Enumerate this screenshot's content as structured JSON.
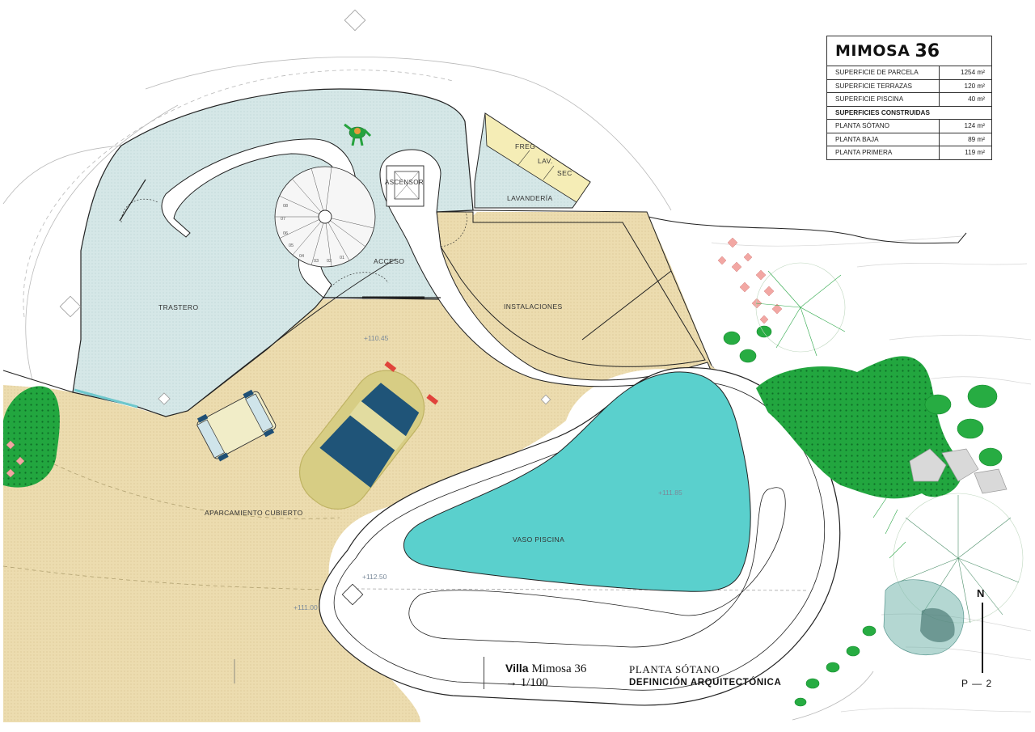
{
  "info_table": {
    "title_name": "MIMOSA",
    "title_number": "36",
    "rows": [
      {
        "label": "SUPERFICIE DE PARCELA",
        "value": "1254 m²"
      },
      {
        "label": "SUPERFICIE TERRAZAS",
        "value": "120 m²"
      },
      {
        "label": "SUPERFICIE PISCINA",
        "value": "40 m²"
      },
      {
        "label": "SUPERFICIES CONSTRUIDAS",
        "value": ""
      },
      {
        "label": "PLANTA SÓTANO",
        "value": "124 m²"
      },
      {
        "label": "PLANTA BAJA",
        "value": "89 m²"
      },
      {
        "label": "PLANTA PRIMERA",
        "value": "119 m²"
      }
    ]
  },
  "rooms": {
    "trastero": "TRASTERO",
    "acceso": "ACCESO",
    "ascensor": "ASCENSOR",
    "freg": "FREG",
    "lav": "LAV.",
    "sec": "SEC",
    "lavanderia": "LAVANDERÍA",
    "instalaciones": "INSTALACIONES",
    "aparcamiento": "APARCAMIENTO CUBIERTO",
    "vaso_piscina": "VASO PISCINA"
  },
  "levels": {
    "l1": "+110.45",
    "l2": "+111.85",
    "l3": "+112.50",
    "l4": "+111.00"
  },
  "stair_numbers": [
    "01",
    "02",
    "03",
    "04",
    "05",
    "06",
    "07",
    "08"
  ],
  "title_block": {
    "villa_bold": "Villa",
    "villa_name": "Mimosa 36",
    "scale": "→ 1/100",
    "plant": "PLANTA SÓTANO",
    "definition": "DEFINICIÓN ARQUITECTÓNICA"
  },
  "north_label": "N",
  "page_code": "P — 2",
  "colors": {
    "interior": "#d3e6e6",
    "paving": "#e9d9ac",
    "pool": "#58cfcc",
    "vegetation": "#1fa33c",
    "car": "#d7cd82",
    "car_glass": "#1f5478",
    "flower": "#f2a3a3"
  }
}
